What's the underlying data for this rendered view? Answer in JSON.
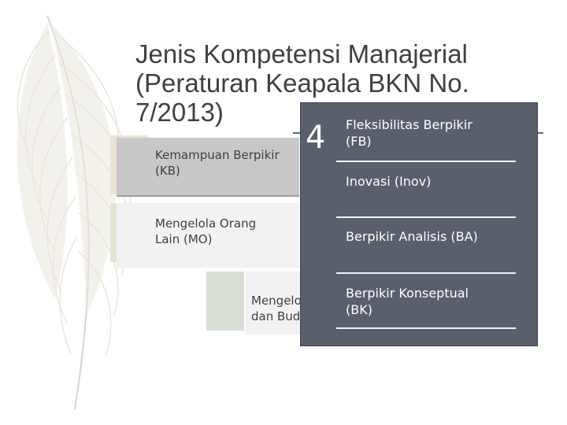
{
  "slide": {
    "title": "Jenis Kompetensi Manajerial\n(Peraturan Keapala BKN No.\n7/2013)"
  },
  "left_cards": [
    {
      "label": "Kemampuan Berpikir\n(KB)"
    },
    {
      "label": "Mengelola Orang\nLain (MO)"
    },
    {
      "line1": "Mengelola Diri Sendiri",
      "line2": "dan Budaya"
    }
  ],
  "panel": {
    "number": "4",
    "items": [
      "Fleksibilitas Berpikir\n(FB)",
      "Inovasi (Inov)",
      "Berpikir Analisis (BA)",
      "Berpikir Konseptual\n(BK)"
    ]
  },
  "colors": {
    "panel_bg": "#5a5f6c",
    "card_gray": "#c8c8c8",
    "title_text": "#404040"
  }
}
